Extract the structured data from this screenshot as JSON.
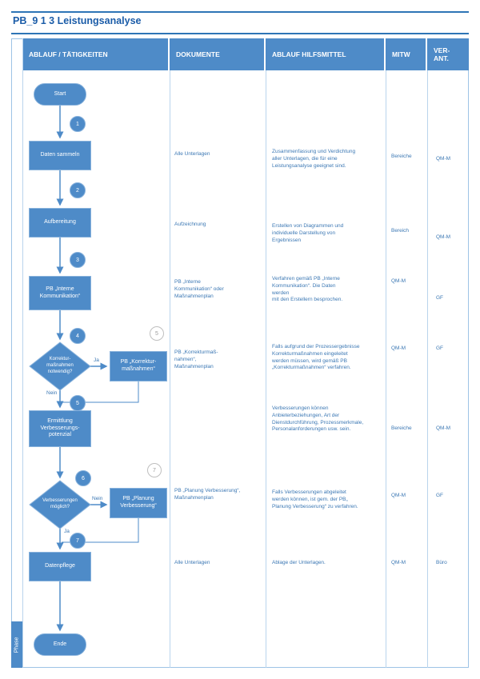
{
  "title": "PB_9 1 3 Leistungsanalyse",
  "colors": {
    "accent": "#2e75b6",
    "header_fill": "#4e8bc8",
    "shape_fill": "#4e8bc8",
    "text_blue": "#3c78b4"
  },
  "header": {
    "cols": [
      "ABLAUF / TÄTIGKEITEN",
      "DOKUMENTE",
      "ABLAUF HILFSMITTEL",
      "MITW",
      "VER-\nANT."
    ]
  },
  "phase_label": "Phase",
  "flow": {
    "start": "Start",
    "end": "Ende",
    "daten_sammeln": "Daten sammeln",
    "aufbereitung": "Aufbereitung",
    "interne_kommunikation": "PB „Interne\nKommunikation“",
    "korrektur_frage": "Korrektur-\nmaßnahmen\nnotwendig?",
    "korrekturmassnahmen": "PB „Korrektur-\nmaßnahmen“",
    "ermittlung": "Ermittlung\nVerbesserungs-\npotenzial",
    "verbesserung_frage": "Verbesserungen\nmöglich?",
    "planung_verbesserung": "PB „Planung\nVerbesserung“",
    "datenpflege": "Datenpflege",
    "label_ja": "Ja",
    "label_nein": "Nein",
    "steps": [
      "1",
      "2",
      "3",
      "4",
      "5",
      "6",
      "7"
    ],
    "ref_steps": [
      "5",
      "7"
    ]
  },
  "rows": [
    {
      "dokumente": "Alle Unterlagen",
      "hilfsmittel": "Zusammenfassung und Verdichtung\naller Unterlagen, die für eine\nLeistungsanalyse geeignet sind.",
      "mitw": "Bereiche",
      "verant": "QM-M"
    },
    {
      "dokumente": "Aufzeichnung",
      "hilfsmittel": "Erstellen von Diagrammen und\nindividuelle Darstellung von\nErgebnissen",
      "mitw": "Bereich",
      "verant": "QM-M"
    },
    {
      "dokumente": "PB „Interne\nKommunikation“ oder\nMaßnahmenplan",
      "hilfsmittel": "Verfahren gemäß PB „Interne\nKommunikation“. Die Daten\nwerden\nmit den Erstellern besprochen.",
      "mitw": "QM-M",
      "verant": "GF"
    },
    {
      "dokumente": "PB „Korrekturmaß-\nnahmen“,\nMaßnahmenplan",
      "hilfsmittel": "Falls aufgrund der Prozessergebnisse\nKorrekturmaßnahmen eingeleitet\nwerden müssen, wird gemäß PB\n„Korrekturmaßnahmen“ verfahren.",
      "mitw": "QM-M",
      "verant": "GF"
    },
    {
      "dokumente": "",
      "hilfsmittel": "Verbesserungen können\nAnbieterbeziehungen, Art der\nDienstdurchführung, Prozessmerkmale,\nPersonalanforderungen usw. sein.",
      "mitw": "Bereiche",
      "verant": "QM-M"
    },
    {
      "dokumente": "PB „Planung Verbesserung“,\nMaßnahmenplan",
      "hilfsmittel": "Falls Verbesserungen abgeleitet\nwerden können, ist gem. der PB„\nPlanung Verbesserung“ zu verfahren.",
      "mitw": "QM-M",
      "verant": "GF"
    },
    {
      "dokumente": "Alle Unterlagen",
      "hilfsmittel": "Ablage der Unterlagen.",
      "mitw": "QM-M",
      "verant": "Büro"
    }
  ]
}
